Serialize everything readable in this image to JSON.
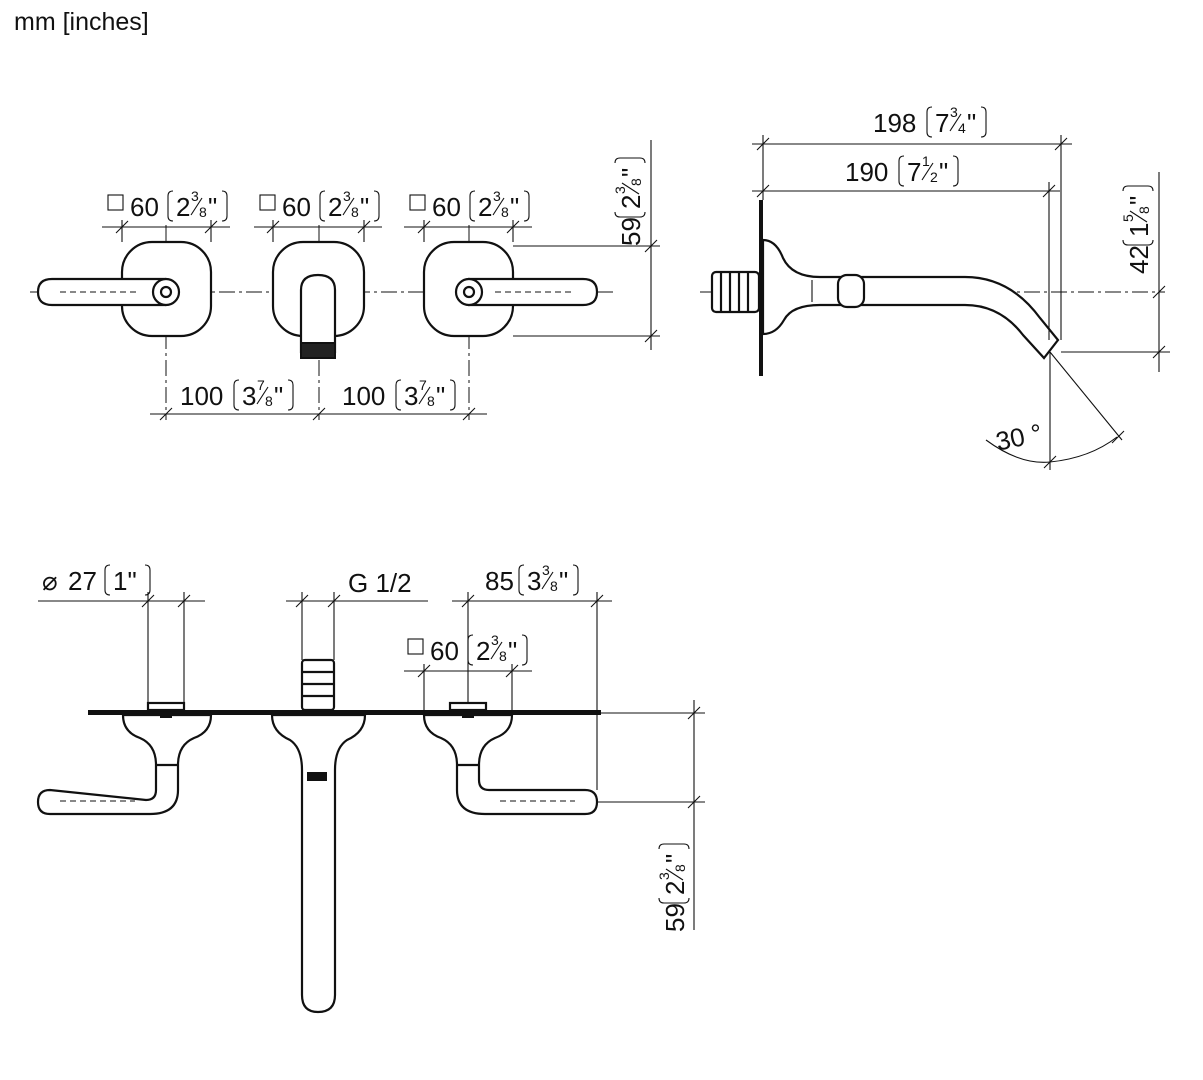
{
  "units_label": "mm [inches]",
  "front_view": {
    "square_1": {
      "mm": "60",
      "whole": "2",
      "num": "3",
      "den": "8"
    },
    "square_2": {
      "mm": "60",
      "whole": "2",
      "num": "3",
      "den": "8"
    },
    "square_3": {
      "mm": "60",
      "whole": "2",
      "num": "3",
      "den": "8"
    },
    "height": {
      "mm": "59",
      "whole": "2",
      "num": "3",
      "den": "8"
    },
    "spacing_left": {
      "mm": "100",
      "whole": "3",
      "num": "7",
      "den": "8"
    },
    "spacing_right": {
      "mm": "100",
      "whole": "3",
      "num": "7",
      "den": "8"
    }
  },
  "side_view": {
    "total_length": {
      "mm": "198",
      "whole": "7",
      "num": "3",
      "den": "4"
    },
    "spout_length": {
      "mm": "190",
      "whole": "7",
      "num": "1",
      "den": "2"
    },
    "drop": {
      "mm": "42",
      "whole": "1",
      "num": "5",
      "den": "8"
    },
    "angle": "30 °"
  },
  "top_view": {
    "diameter": {
      "symbol": "⌀",
      "mm": "27",
      "inch": "1\""
    },
    "thread": "G 1/2",
    "lever_length": {
      "mm": "85",
      "whole": "3",
      "num": "3",
      "den": "8"
    },
    "square": {
      "mm": "60",
      "whole": "2",
      "num": "3",
      "den": "8"
    },
    "depth": {
      "mm": "59",
      "whole": "2",
      "num": "3",
      "den": "8"
    }
  }
}
